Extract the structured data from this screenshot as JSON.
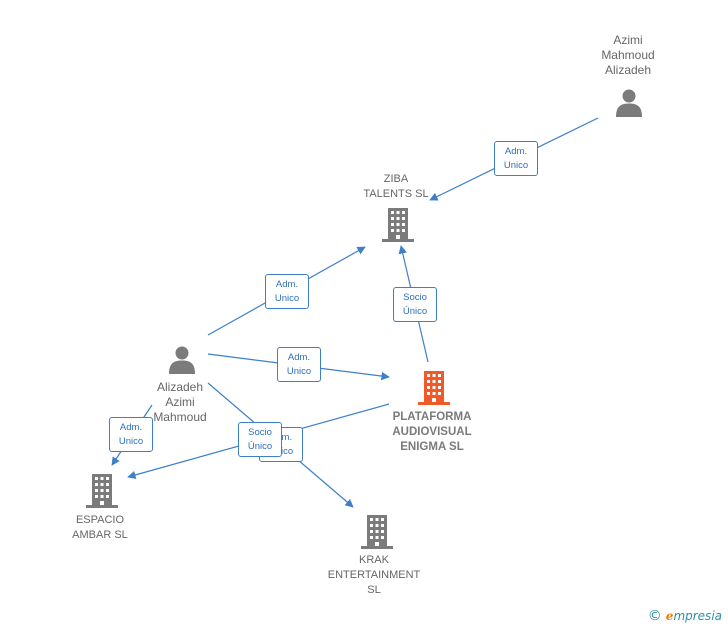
{
  "nodes": {
    "azimi_top": {
      "label": "Azimi\nMahmoud\nAlizadeh",
      "icon": "person-icon"
    },
    "ziba": {
      "label": "ZIBA\nTALENTS  SL",
      "icon": "building-icon"
    },
    "alizadeh": {
      "label": "Alizadeh\nAzimi\nMahmoud",
      "icon": "person-icon"
    },
    "plataforma": {
      "label": "PLATAFORMA\nAUDIOVISUAL\nENIGMA  SL",
      "icon": "building-icon",
      "color": "#f05a28"
    },
    "espacio": {
      "label": "ESPACIO\nAMBAR  SL",
      "icon": "building-icon"
    },
    "krak": {
      "label": "KRAK\nENTERTAINMENT\nSL",
      "icon": "building-icon"
    }
  },
  "edges": {
    "e1": {
      "line1": "Adm.",
      "line2": "Unico"
    },
    "e2": {
      "line1": "Adm.",
      "line2": "Unico"
    },
    "e3": {
      "line1": "Socio",
      "line2": "Único"
    },
    "e4": {
      "line1": "Adm.",
      "line2": "Unico"
    },
    "e5": {
      "line1": "Adm.",
      "line2": "Unico"
    },
    "e6": {
      "line1": "Adm.",
      "line2": "Unico"
    },
    "e7": {
      "line1": "Socio",
      "line2": "Único"
    }
  },
  "brand": {
    "copyright": "©",
    "e": "e",
    "rest": "mpresia"
  },
  "colors": {
    "edge": "#3d7fc9",
    "icon": "#7b7b7b",
    "focus": "#f05a28"
  }
}
